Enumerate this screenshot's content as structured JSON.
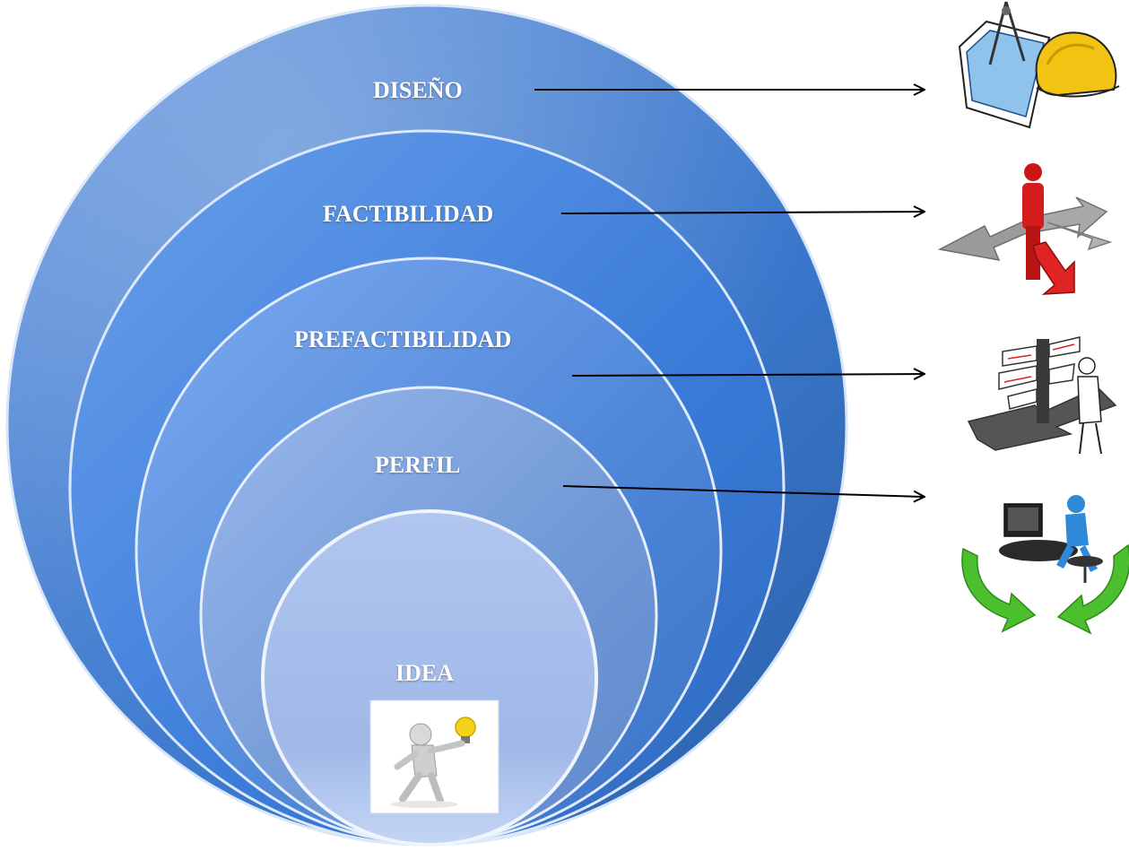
{
  "diagram": {
    "stages": [
      {
        "id": "diseno",
        "label": "DISEÑO"
      },
      {
        "id": "factibilidad",
        "label": "FACTIBILIDAD"
      },
      {
        "id": "prefactibilidad",
        "label": "PREFACTIBILIDAD"
      },
      {
        "id": "perfil",
        "label": "PERFIL"
      },
      {
        "id": "idea",
        "label": "IDEA"
      }
    ],
    "illustrations": [
      {
        "stage": "diseno",
        "icon": "blueprint-hardhat-icon"
      },
      {
        "stage": "factibilidad",
        "icon": "crossroads-figure-icon"
      },
      {
        "stage": "prefactibilidad",
        "icon": "signpost-thinker-icon"
      },
      {
        "stage": "perfil",
        "icon": "computer-workstation-cycle-icon"
      },
      {
        "stage": "idea",
        "icon": "lightbulb-figure-icon"
      }
    ],
    "colors": {
      "circle_dark": "#2f6fc0",
      "circle_light": "#9fb9e8",
      "arrow": "#000000",
      "label": "#ffffff"
    }
  }
}
